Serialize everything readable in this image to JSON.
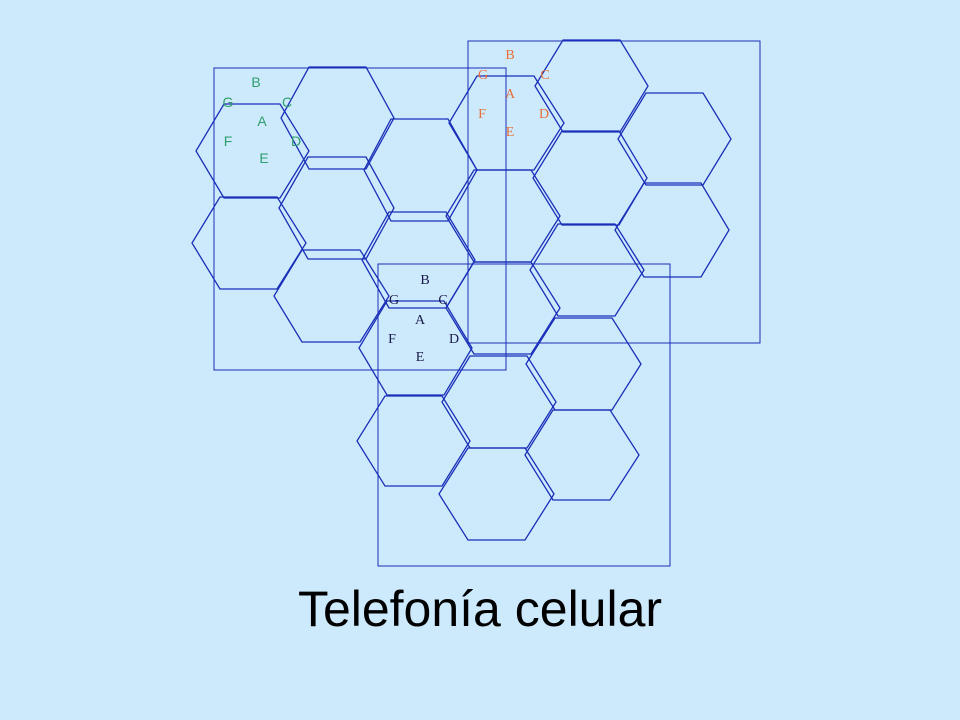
{
  "title": "Telefonía celular",
  "colors": {
    "background": "#cdeafc",
    "lines": "#1a2fb8",
    "green_labels": "#2e9e6a",
    "orange_labels": "#e8703a",
    "navy_labels": "#1a1a4a"
  },
  "clusters": [
    {
      "id": "green",
      "labels": {
        "A": "A",
        "B": "B",
        "C": "C",
        "D": "D",
        "E": "E",
        "F": "F",
        "G": "G"
      }
    },
    {
      "id": "orange",
      "labels": {
        "A": "A",
        "B": "B",
        "C": "C",
        "D": "D",
        "E": "E",
        "F": "F",
        "G": "G"
      }
    },
    {
      "id": "navy",
      "labels": {
        "A": "A",
        "B": "B",
        "C": "C",
        "D": "D",
        "E": "E",
        "F": "F",
        "G": "G"
      }
    }
  ]
}
